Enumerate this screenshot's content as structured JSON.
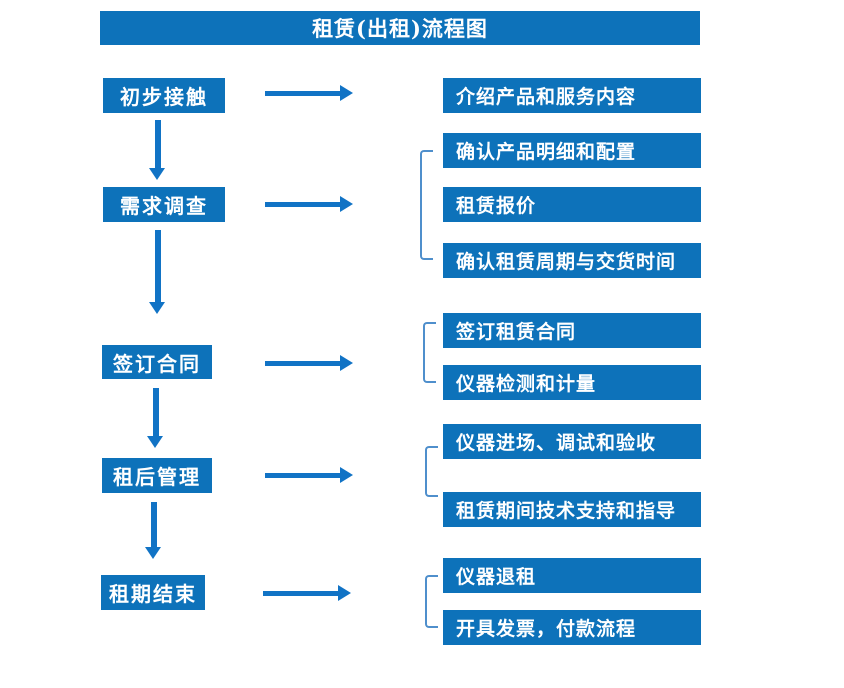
{
  "title": "租赁(出租)流程图",
  "colors": {
    "box_blue": "#0d72ba",
    "arrow_blue": "#1173c5",
    "bracket_blue": "#4f8fcc",
    "text_white": "#ffffff",
    "background": "#ffffff"
  },
  "stages": [
    {
      "label": "初步接触",
      "details": [
        "介绍产品和服务内容"
      ]
    },
    {
      "label": "需求调查",
      "details": [
        "确认产品明细和配置",
        "租赁报价",
        "确认租赁周期与交货时间"
      ]
    },
    {
      "label": "签订合同",
      "details": [
        "签订租赁合同",
        "仪器检测和计量"
      ]
    },
    {
      "label": "租后管理",
      "details": [
        "仪器进场、调试和验收",
        "租赁期间技术支持和指导"
      ]
    },
    {
      "label": "租期结束",
      "details": [
        "仪器退租",
        "开具发票，付款流程"
      ]
    }
  ]
}
